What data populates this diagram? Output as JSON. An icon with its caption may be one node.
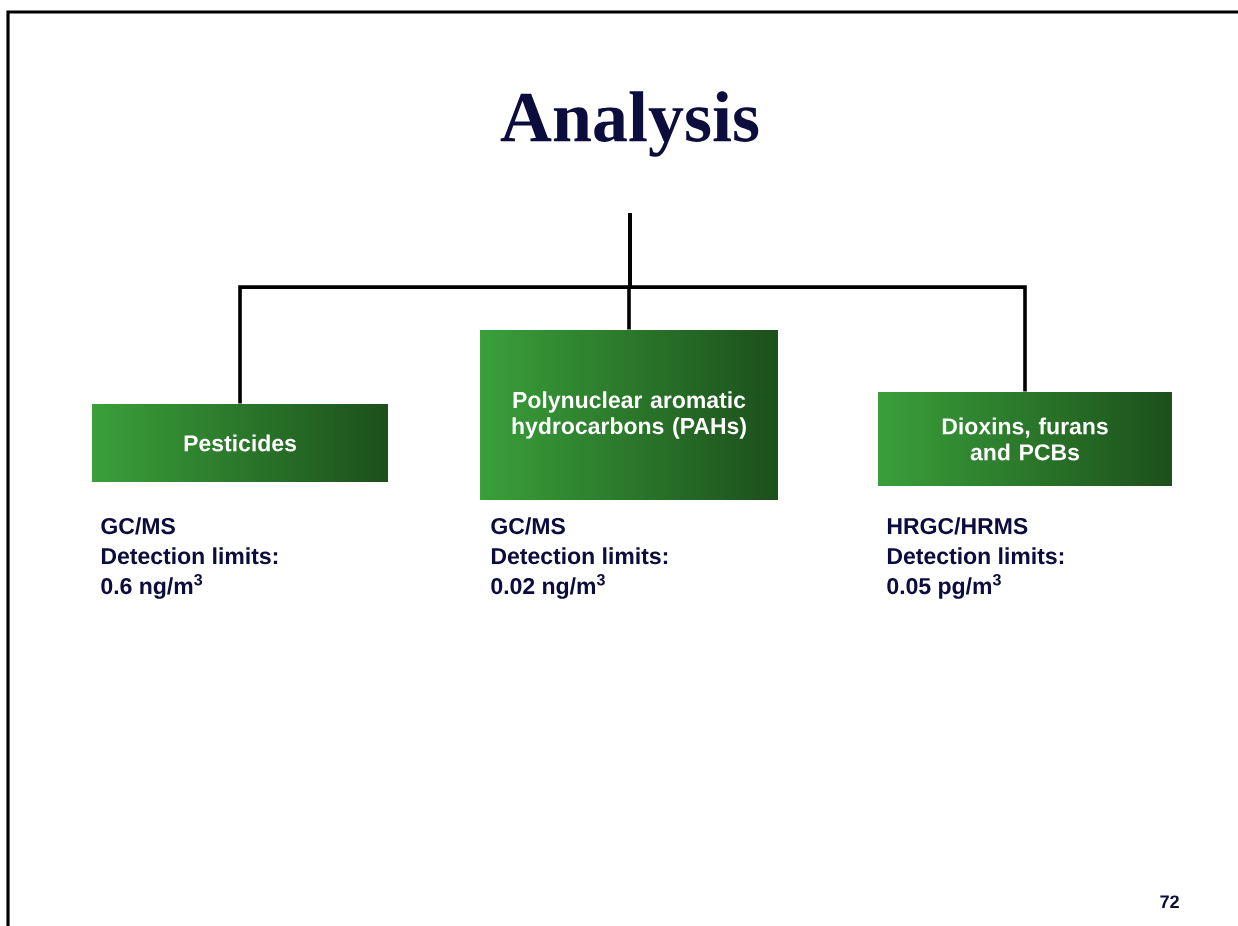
{
  "diagram": {
    "nodes": [
      {
        "text": [
          "Analysis"
        ]
      },
      {
        "text": [
          "Pesticides"
        ],
        "beside": [
          "GC/MS",
          "Detection limits:",
          "0.6 ng/m$^{3}$"
        ]
      },
      {
        "text": [
          "Polynuclear aromatic hydrocarbons (PAHs)"
        ],
        "beside": [
          "GC/MS",
          "Detection limits:",
          "0.02 ng/m$^{3}$"
        ]
      },
      {
        "text": [
          "Dioxins, furans and PCBs"
        ],
        "beside": [
          "HRGC/HRMS",
          "Detection limits:",
          "0.05 pg/m$^{3}$"
        ]
      }
    ],
    "edges": [
      {
        "from": 0,
        "to": 1,
        "arrow": "none"
      },
      {
        "from": 0,
        "to": 2,
        "arrow": "none"
      },
      {
        "from": 0,
        "to": 3,
        "arrow": "none"
      }
    ],
    "labels": [
      "72"
    ]
  }
}
